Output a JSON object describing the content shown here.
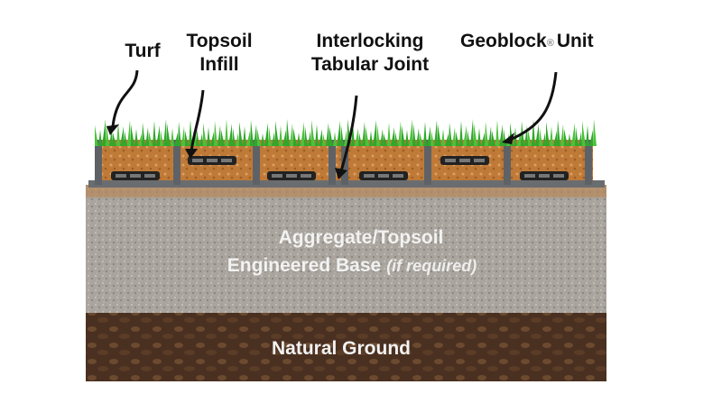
{
  "labels": {
    "turf": "Turf",
    "topsoil_line1": "Topsoil",
    "topsoil_line2": "Infill",
    "joint_line1": "Interlocking",
    "joint_line2": "Tabular Joint",
    "geoblock": "Geoblock",
    "geoblock_mark": "®",
    "geoblock_unit": "Unit"
  },
  "layers": {
    "base_line1": "Aggregate/Topsoil",
    "base_line2": "Engineered Base",
    "base_note": "(if required)",
    "ground": "Natural Ground"
  },
  "colors": {
    "grass": "#2fa82a",
    "topsoil": "#c07a38",
    "gravel": "#a9a49d",
    "ground": "#4a3020",
    "post": "#5e6266"
  }
}
